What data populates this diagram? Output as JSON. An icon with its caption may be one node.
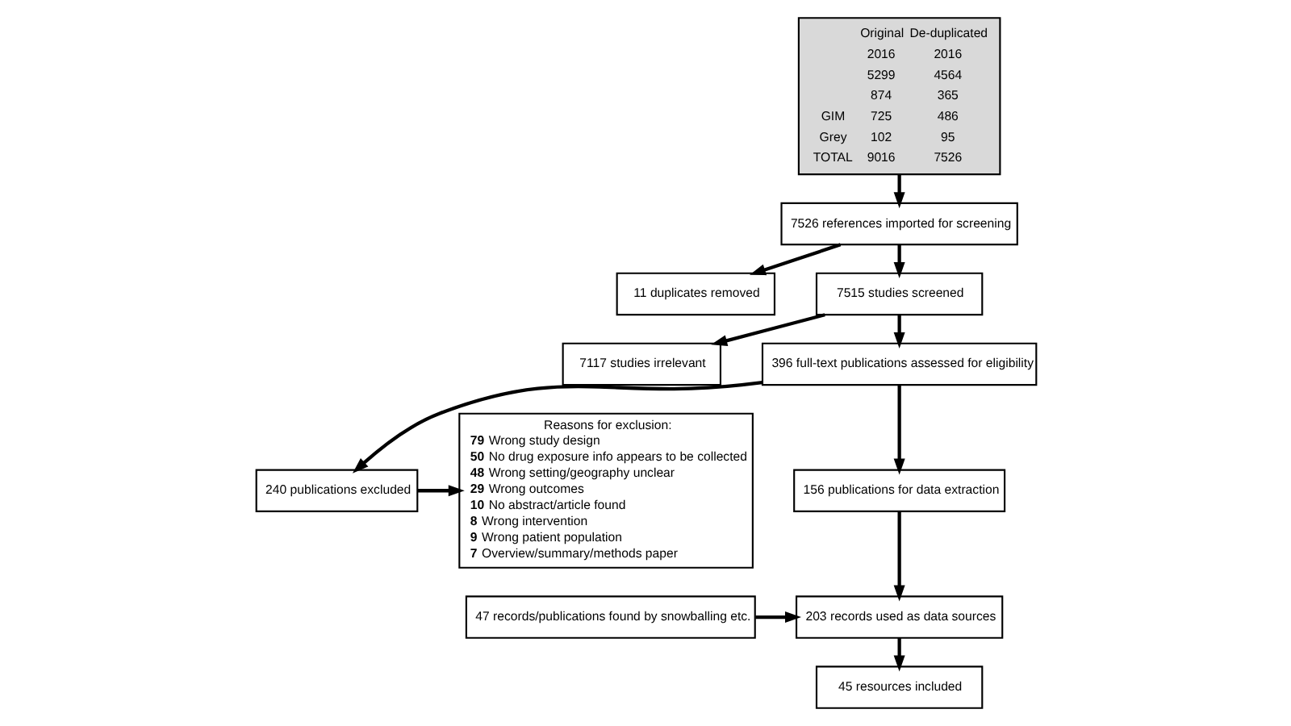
{
  "diagram": {
    "nodes": [
      {
        "text": [
          "Original",
          "De-duplicated",
          "2016",
          "2016",
          "5299",
          "4564",
          "874",
          "365",
          "GIM",
          "725",
          "486",
          "Grey",
          "102",
          "95",
          "TOTAL",
          "9016",
          "7526"
        ]
      },
      {
        "text": [
          "7526 references imported for screening"
        ]
      },
      {
        "text": [
          "11 duplicates removed"
        ]
      },
      {
        "text": [
          "7515 studies screened"
        ]
      },
      {
        "text": [
          "7117 studies irrelevant"
        ]
      },
      {
        "text": [
          "396 full-text publications assessed for eligibility"
        ]
      },
      {
        "text": [
          "240 publications excluded"
        ]
      },
      {
        "text": [
          "Reasons for exclusion:",
          "**79** Wrong study design",
          "**50** No drug exposure info appears to be collected",
          "**48** Wrong setting/geography unclear",
          "**29** Wrong outcomes",
          "**10** No abstract/article found",
          "**8** Wrong intervention",
          "**9** Wrong patient population",
          "**7** Overview/summary/methods paper"
        ]
      },
      {
        "text": [
          "156 publications for data extraction"
        ]
      },
      {
        "text": [
          "47 records/publications found by snowballing etc."
        ]
      },
      {
        "text": [
          "203 records used as data sources"
        ]
      },
      {
        "text": [
          "45 resources included"
        ]
      }
    ],
    "edges": [
      {
        "from": 0,
        "to": 1,
        "arrow": "to"
      },
      {
        "from": 1,
        "to": 2,
        "arrow": "to"
      },
      {
        "from": 1,
        "to": 3,
        "arrow": "to"
      },
      {
        "from": 3,
        "to": 4,
        "arrow": "to"
      },
      {
        "from": 3,
        "to": 5,
        "arrow": "to"
      },
      {
        "from": 5,
        "to": 6,
        "arrow": "to"
      },
      {
        "from": 6,
        "to": 7,
        "arrow": "to"
      },
      {
        "from": 5,
        "to": 8,
        "arrow": "to"
      },
      {
        "from": 8,
        "to": 10,
        "arrow": "to"
      },
      {
        "from": 9,
        "to": 10,
        "arrow": "to"
      },
      {
        "from": 10,
        "to": 11,
        "arrow": "to"
      }
    ]
  }
}
